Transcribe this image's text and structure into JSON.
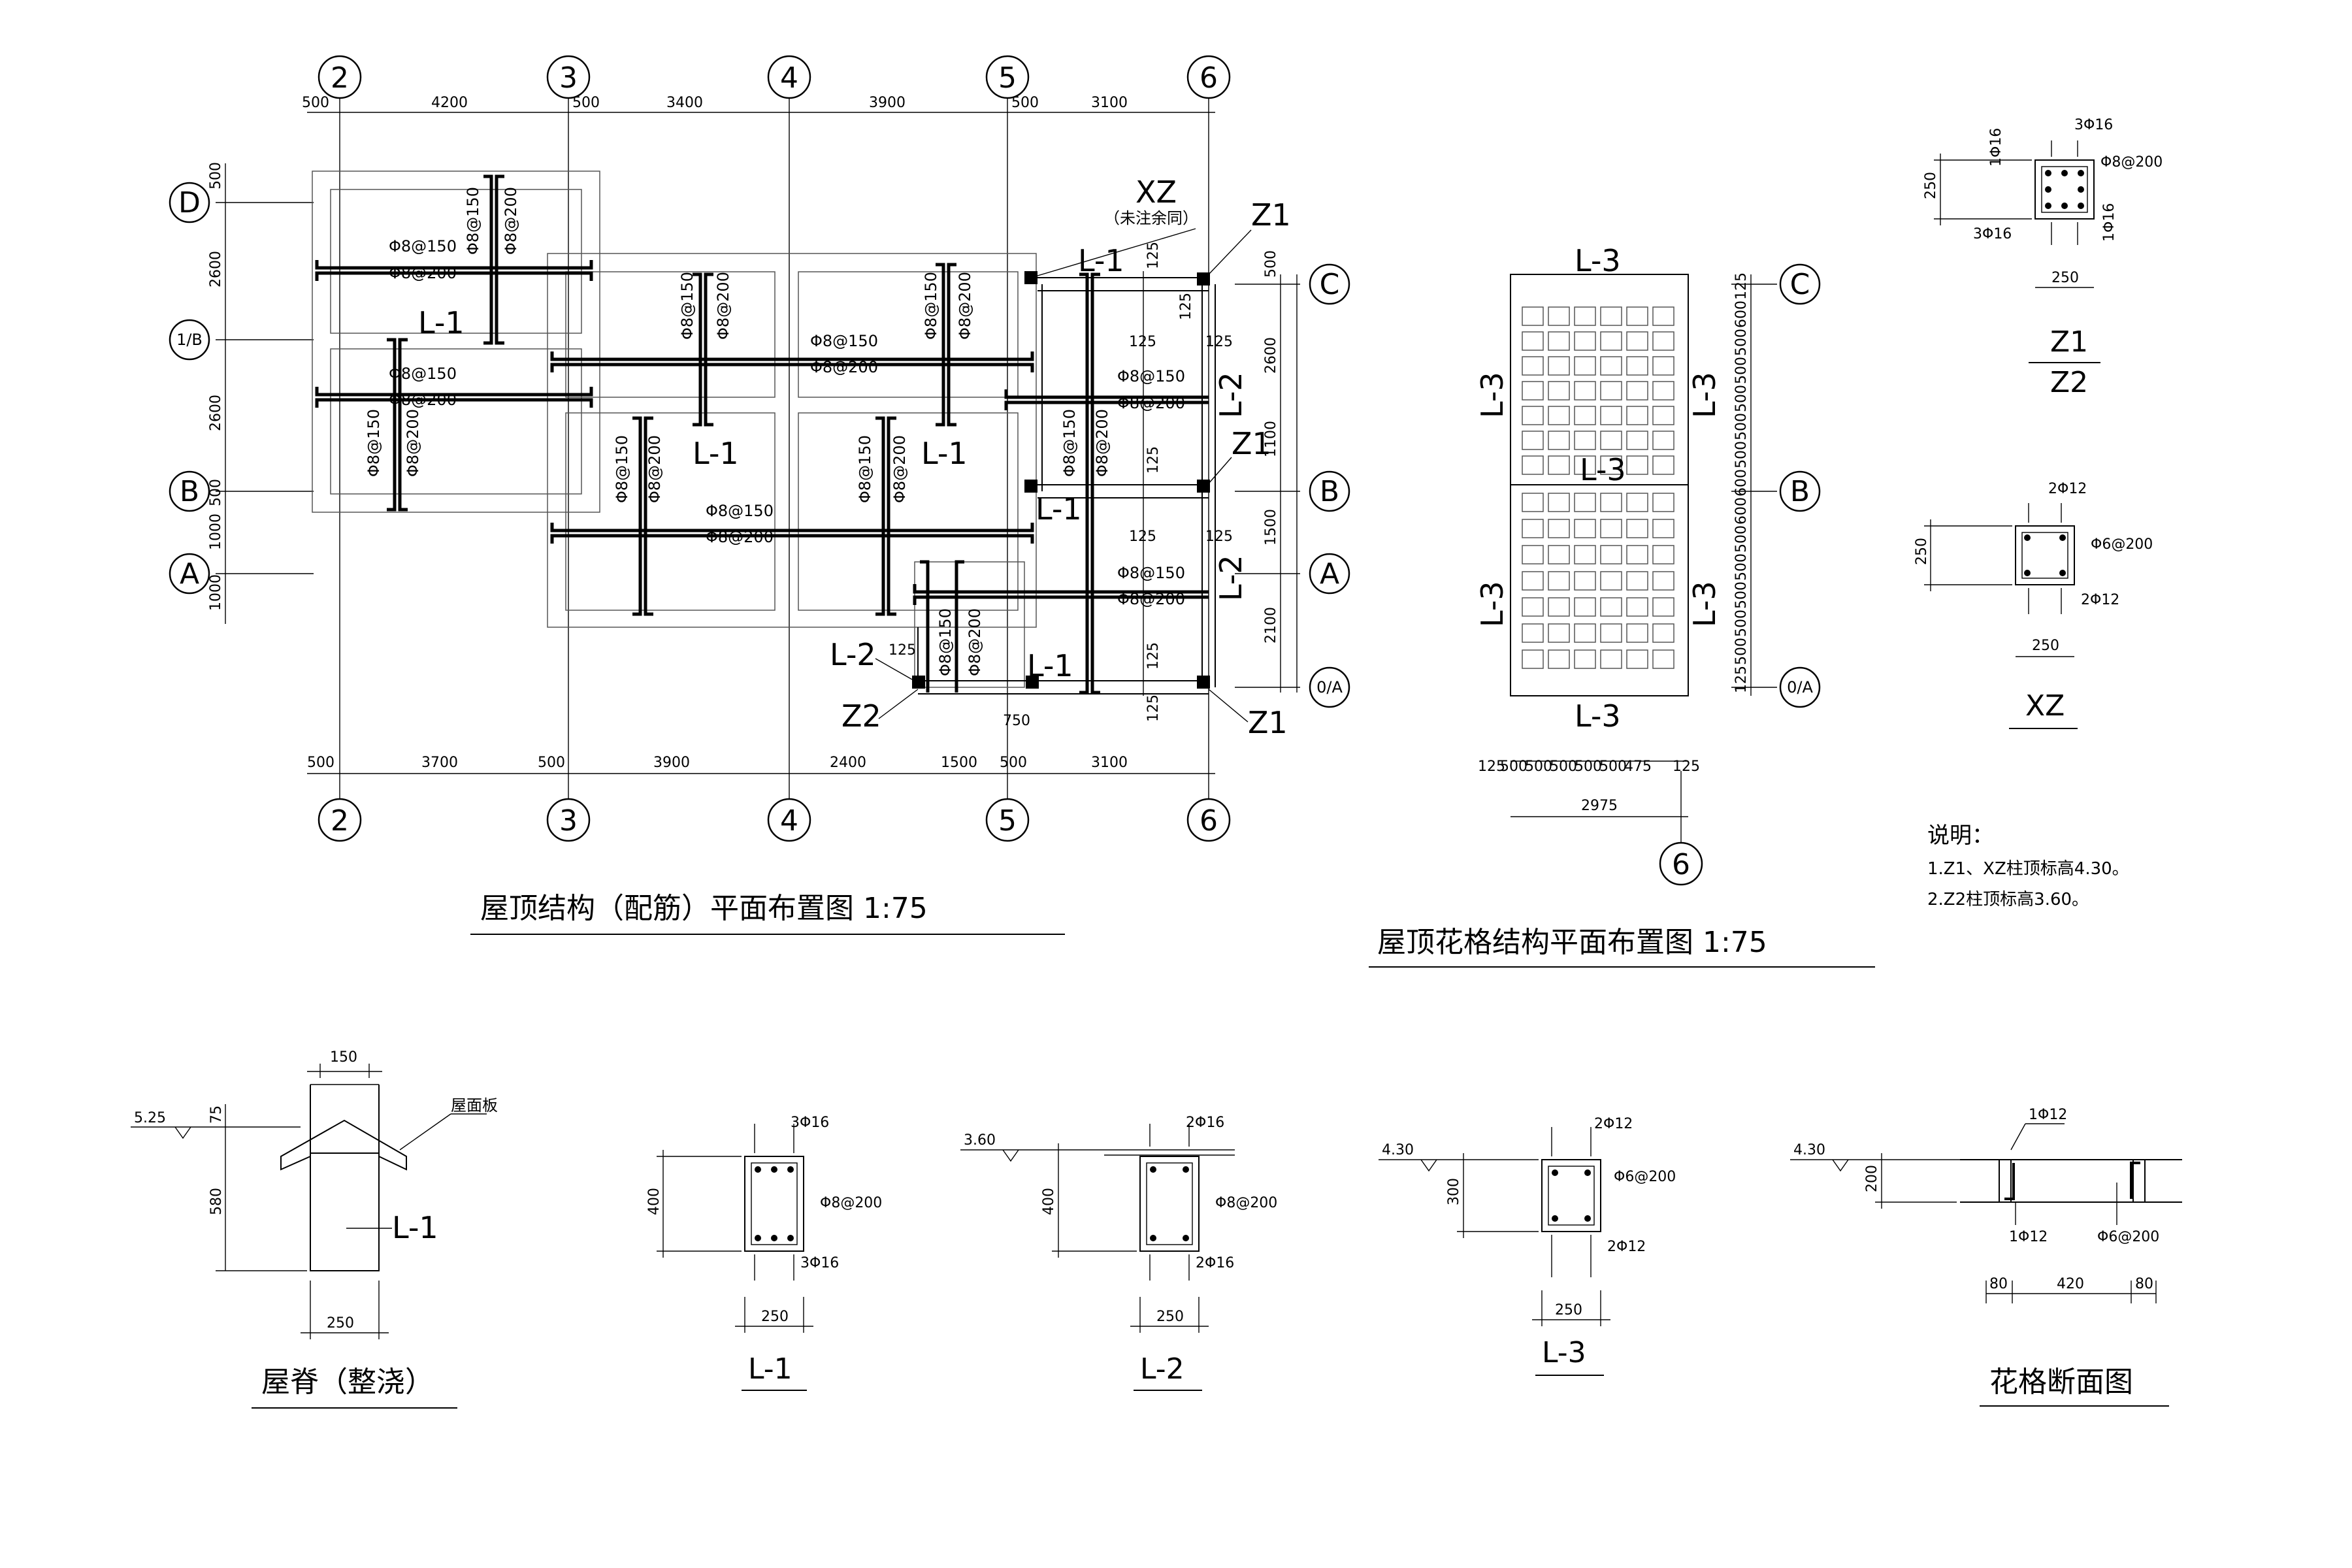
{
  "titles": {
    "roof_plan": "屋顶结构（配筋）平面布置图   1:75",
    "lattice_plan": "屋顶花格结构平面布置图   1:75",
    "ridge": "屋脊（整浇）",
    "lattice_section": "花格断面图"
  },
  "axes": {
    "columns": [
      "2",
      "3",
      "4",
      "5",
      "6"
    ],
    "rows": [
      "D",
      "1/B",
      "B",
      "A",
      "C",
      "B",
      "A",
      "0/A"
    ],
    "lattice_rows": [
      "C",
      "B",
      "0/A"
    ],
    "lattice_col": "6"
  },
  "plan_dims": {
    "top": [
      "500",
      "4200",
      "500",
      "3400",
      "3900",
      "500",
      "3100"
    ],
    "bottom": [
      "500",
      "3700",
      "500",
      "3900",
      "2400",
      "1500",
      "500",
      "3100"
    ],
    "left": [
      "500",
      "2600",
      "2600",
      "500",
      "1000",
      "1000"
    ],
    "right": [
      "500",
      "2600",
      "1100",
      "1500",
      "2100"
    ],
    "small_125": "125",
    "dim_750": "750"
  },
  "rebar": {
    "r150": "Φ8@150",
    "r200": "Φ8@200"
  },
  "beams": {
    "l1": "L-1",
    "l2": "L-2",
    "l3": "L-3"
  },
  "columns_labels": {
    "xz": "XZ",
    "xz_note": "（未注余同）",
    "z1": "Z1",
    "z2": "Z2"
  },
  "lattice_dims": {
    "bottom": [
      "125",
      "500",
      "500",
      "500",
      "500",
      "500",
      "475",
      "125"
    ],
    "total": "2975",
    "right": [
      "125",
      "600",
      "500",
      "500",
      "500",
      "500",
      "500",
      "600",
      "600",
      "500",
      "500",
      "500",
      "500",
      "500",
      "125"
    ]
  },
  "sections": {
    "z1z2": {
      "top": "3Φ16",
      "left": "1Φ16",
      "right_top": "Φ8@200",
      "right_bot": "1Φ16",
      "bottom": "3Φ16",
      "h": "250",
      "w": "250",
      "name_top": "Z1",
      "name_bot": "Z2"
    },
    "xz": {
      "top": "2Φ12",
      "right": "Φ6@200",
      "bottom": "2Φ12",
      "h": "250",
      "w": "250",
      "name": "XZ"
    },
    "ridge": {
      "top_w": "150",
      "elev": "5.25",
      "h1": "75",
      "h2": "580",
      "w": "250",
      "board": "屋面板",
      "beam": "L-1"
    },
    "l1": {
      "top": "3Φ16",
      "stir": "Φ8@200",
      "bottom": "3Φ16",
      "h": "400",
      "w": "250",
      "name": "L-1"
    },
    "l2": {
      "top": "2Φ16",
      "stir": "Φ8@200",
      "bottom": "2Φ16",
      "h": "400",
      "w": "250",
      "elev": "3.60",
      "name": "L-2"
    },
    "l3": {
      "top": "2Φ12",
      "stir": "Φ6@200",
      "bottom": "2Φ12",
      "h": "300",
      "w": "250",
      "elev": "4.30",
      "name": "L-3"
    },
    "lattice": {
      "elev": "4.30",
      "h": "200",
      "top": "1Φ12",
      "bottom": "1Φ12",
      "stir": "Φ6@200",
      "d1": "80",
      "d2": "420",
      "d3": "80"
    }
  },
  "notes": {
    "title": "说明：",
    "line1": "1.Z1、XZ柱顶标高4.30。",
    "line2": "2.Z2柱顶标高3.60。"
  }
}
